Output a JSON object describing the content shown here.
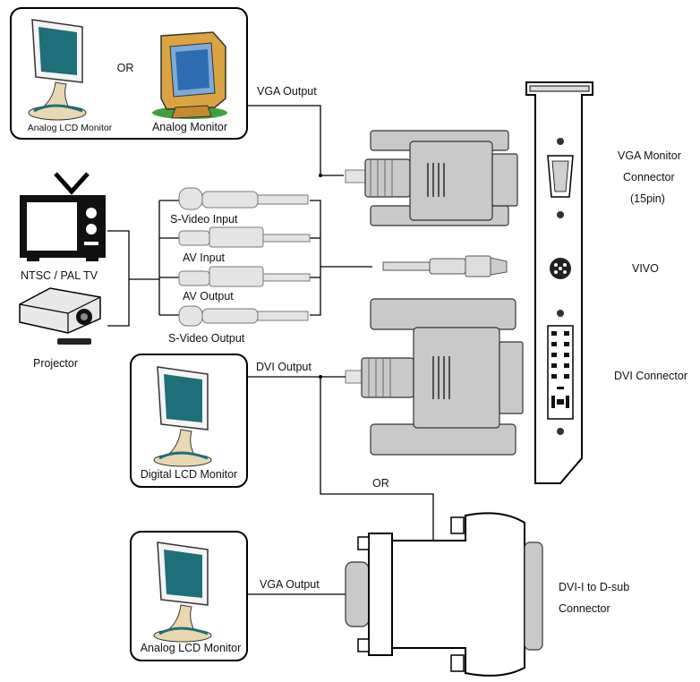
{
  "top_box": {
    "lcd_label": "Analog LCD Monitor",
    "or_label": "OR",
    "crt_label": "Analog Monitor"
  },
  "vga_output_top": "VGA Output",
  "tv_label": "NTSC / PAL TV",
  "projector_label": "Projector",
  "cables": {
    "svideo_input": "S-Video Input",
    "av_input": "AV Input",
    "av_output": "AV Output",
    "svideo_output": "S-Video Output"
  },
  "dvi_output": "DVI Output",
  "digital_lcd_label": "Digital LCD Monitor",
  "or_bottom": "OR",
  "vga_output_bottom": "VGA Output",
  "bottom_lcd_label": "Analog LCD Monitor",
  "bracket_labels": {
    "vga_line1": "VGA Monitor",
    "vga_line2": "Connector",
    "vga_line3": "(15pin)",
    "vivo": "VIVO",
    "dvi": "DVI Connector"
  },
  "adapter_line1": "DVI-I to D-sub",
  "adapter_line2": "Connector",
  "colors": {
    "monitor_screen": "#1f6f7a",
    "crt_body": "#d9a441",
    "projector_body": "#e8e8e8",
    "connector_gray": "#c9c9c9"
  }
}
